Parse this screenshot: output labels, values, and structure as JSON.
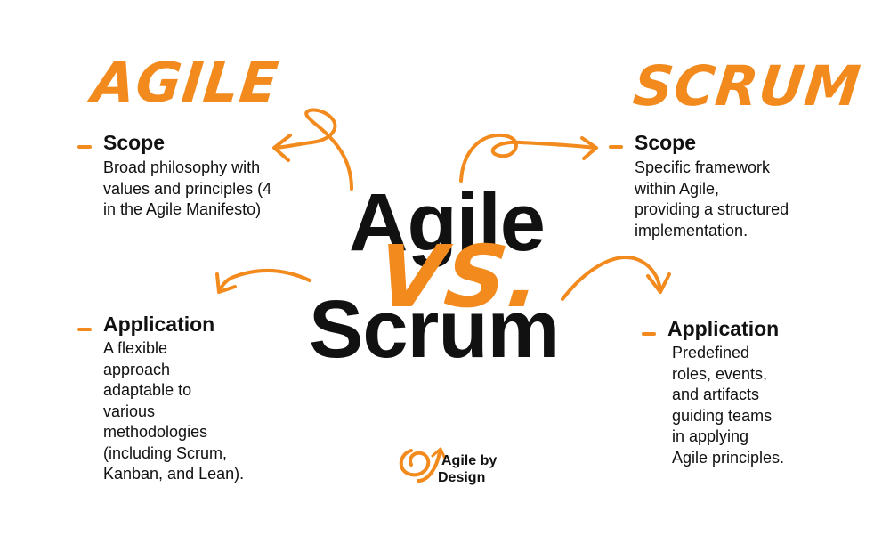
{
  "left": {
    "heading": "AGILE",
    "scope": {
      "label": "Scope",
      "text": "Broad philosophy with\nvalues and principles (4\nin the Agile Manifesto)"
    },
    "application": {
      "label": "Application",
      "text": " A flexible\napproach\nadaptable to\nvarious\nmethodologies\n(including Scrum,\nKanban, and Lean)."
    }
  },
  "right": {
    "heading": "SCRUM",
    "scope": {
      "label": "Scope",
      "text": "Specific framework\nwithin Agile,\nproviding a structured\nimplementation."
    },
    "application": {
      "label": "Application",
      "text": "Predefined\nroles, events,\nand artifacts\nguiding teams\nin applying\nAgile principles."
    }
  },
  "center": {
    "top_word": "Agile",
    "vs": "VS.",
    "bottom_word": "Scrum"
  },
  "logo": {
    "line1": "Agile by",
    "line2": "Design"
  },
  "colors": {
    "accent": "#f28a1e",
    "text": "#111111",
    "background": "#ffffff"
  }
}
